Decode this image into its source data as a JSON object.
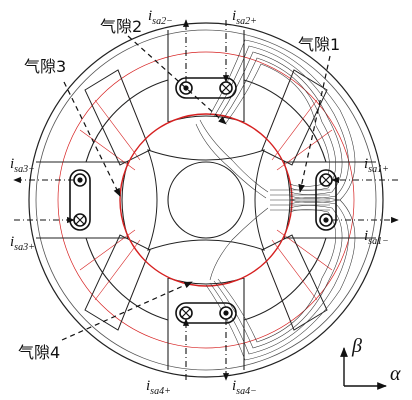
{
  "gap_labels": {
    "gap1": "气隙1",
    "gap2": "气隙2",
    "gap3": "气隙3",
    "gap4": "气隙4"
  },
  "currents": {
    "sa1_plus": {
      "main": "i",
      "sub": "sa1+"
    },
    "sa1_minus": {
      "main": "i",
      "sub": "sa1−"
    },
    "sa2_plus": {
      "main": "i",
      "sub": "sa2+"
    },
    "sa2_minus": {
      "main": "i",
      "sub": "sa2−"
    },
    "sa3_plus": {
      "main": "i",
      "sub": "sa3+"
    },
    "sa3_minus": {
      "main": "i",
      "sub": "sa3−"
    },
    "sa4_plus": {
      "main": "i",
      "sub": "sa4+"
    },
    "sa4_minus": {
      "main": "i",
      "sub": "sa4−"
    }
  },
  "axes": {
    "alpha": "α",
    "beta": "β"
  },
  "colors": {
    "outline": "#222222",
    "rotor_red": "#d62020",
    "flux": "#333333"
  }
}
